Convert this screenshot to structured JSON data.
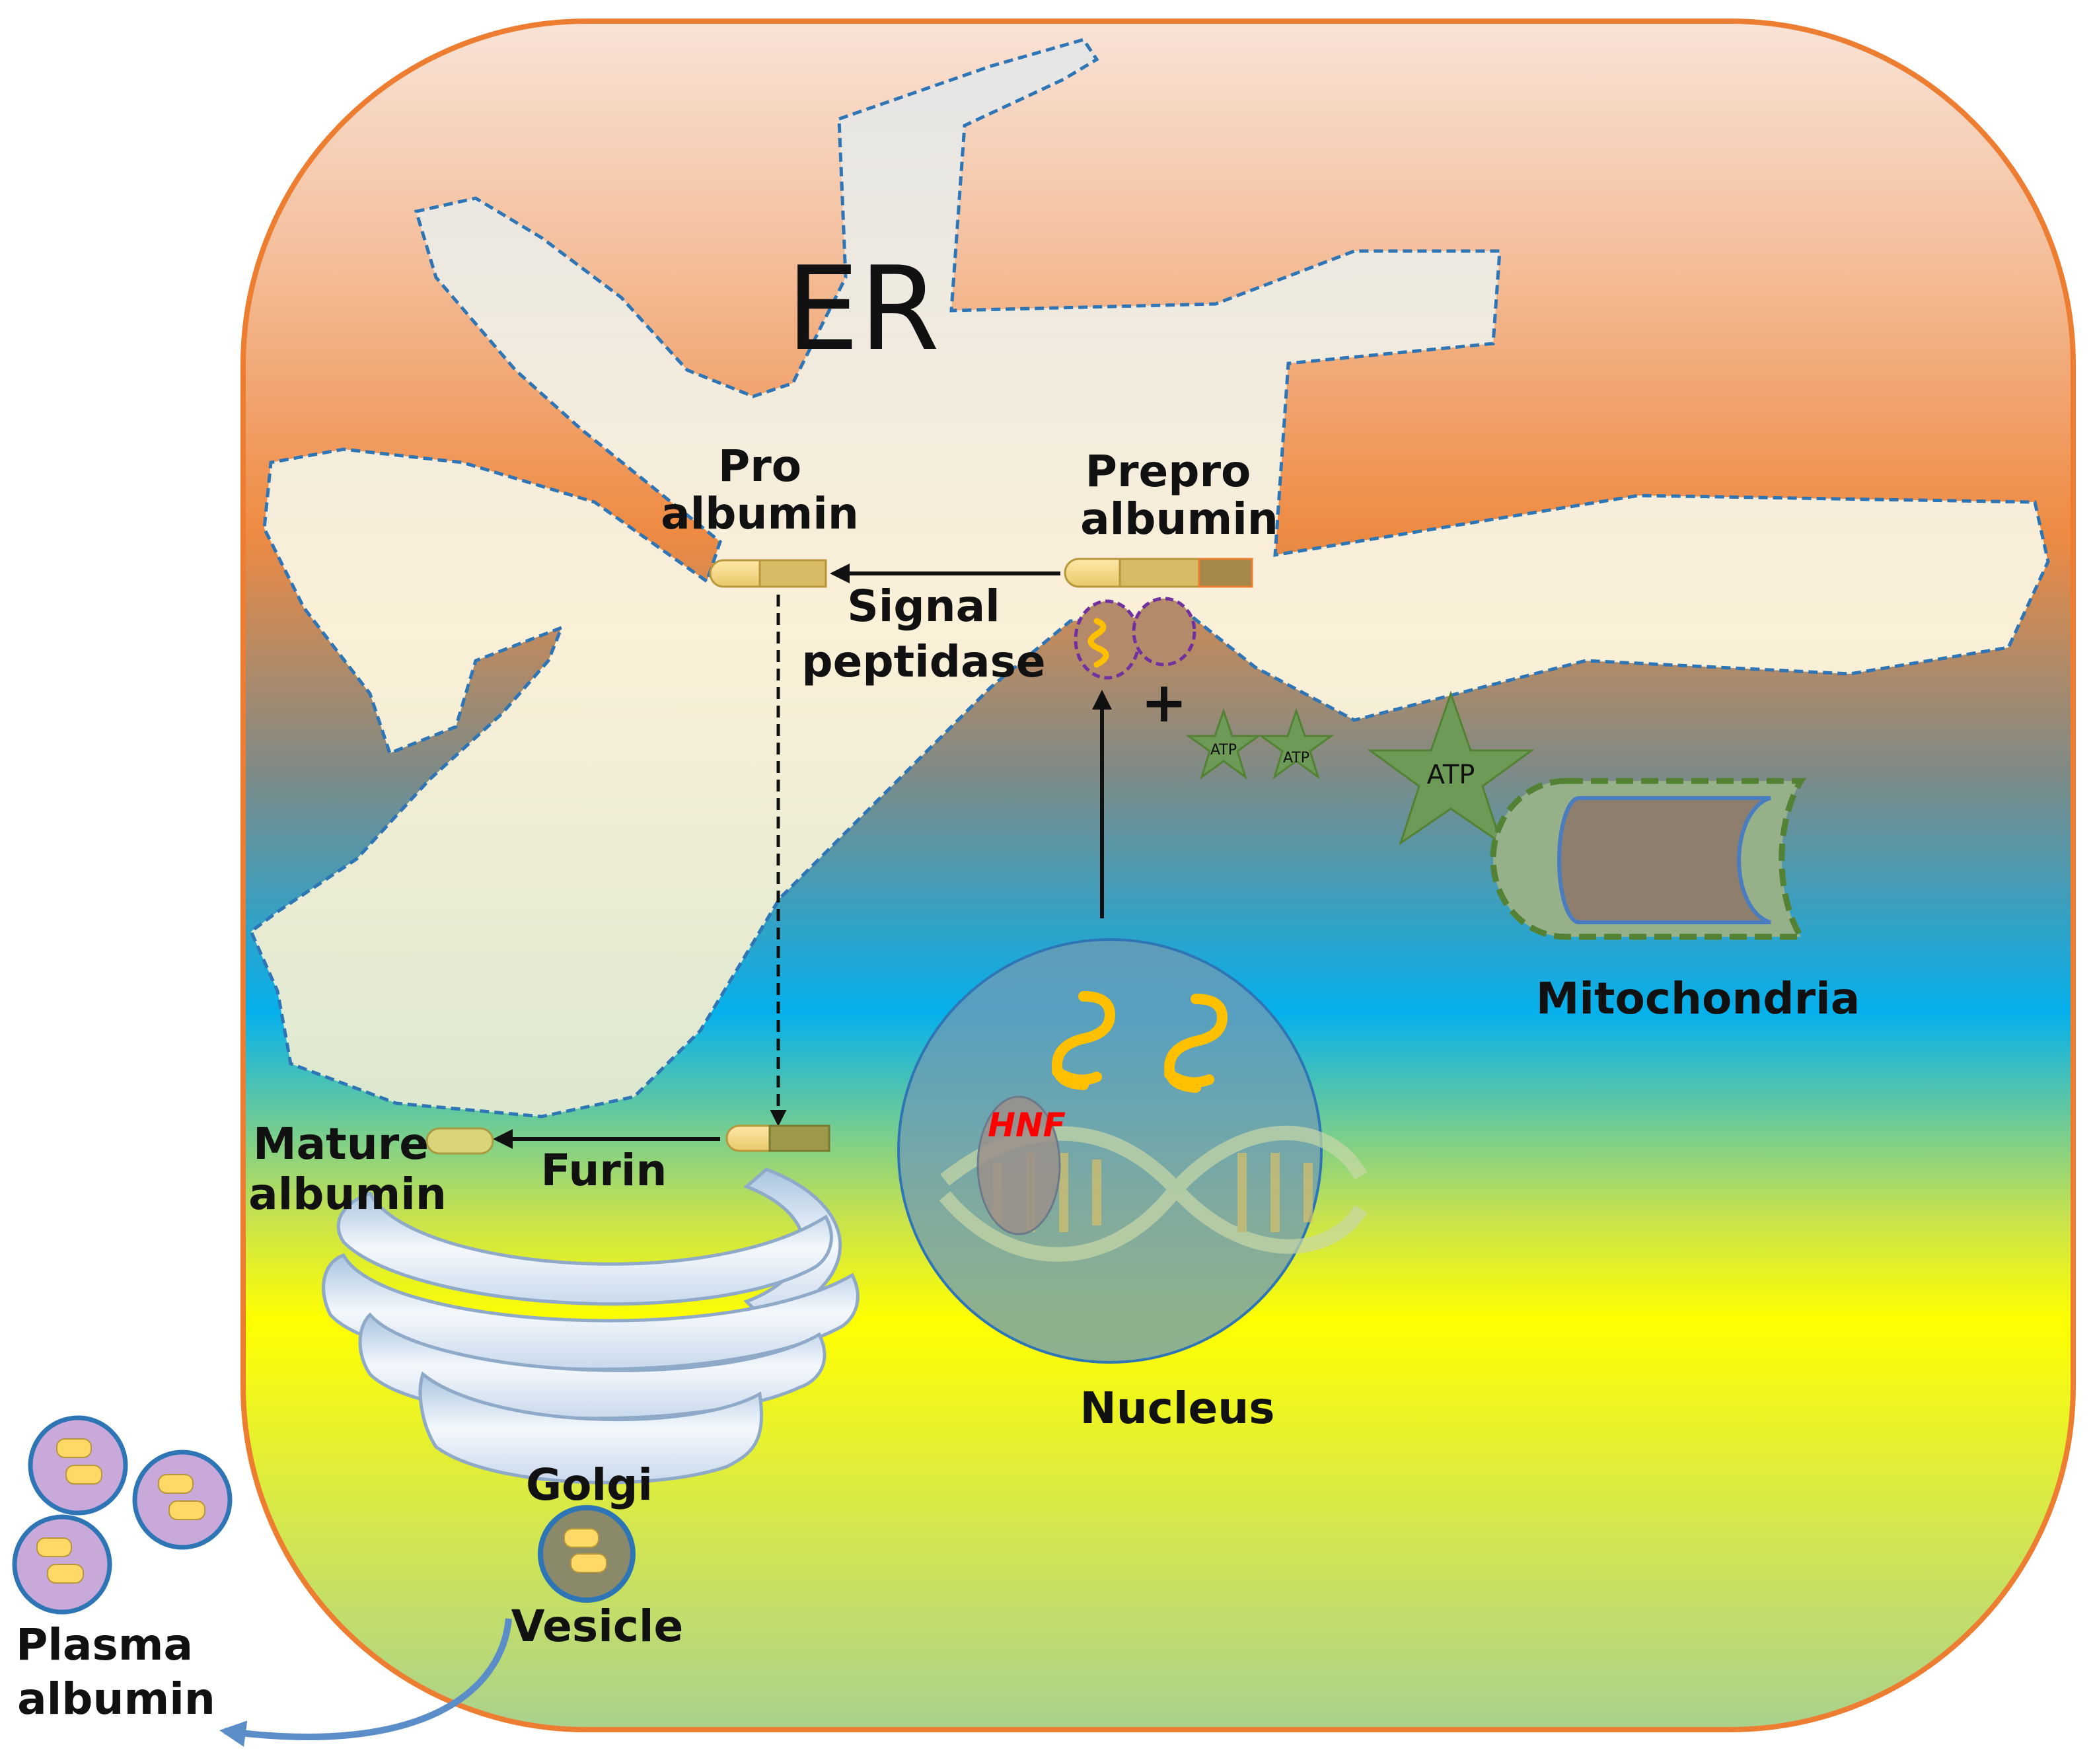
{
  "labels": {
    "er": "ER",
    "pro_line1": "Pro",
    "pro_line2": "albumin",
    "prepro_line1": "Prepro",
    "prepro_line2": "albumin",
    "signal_line1": "Signal",
    "signal_line2": "peptidase",
    "plus": "+",
    "atp": "ATP",
    "mitochondria": "Mitochondria",
    "hnf": "HNF",
    "nucleus": "Nucleus",
    "mature_line1": "Mature",
    "mature_line2": "albumin",
    "furin": "Furin",
    "golgi": "Golgi",
    "vesicle": "Vesicle",
    "plasma_line1": "Plasma",
    "plasma_line2": "albumin"
  },
  "colors": {
    "cell_border": "#ED7D31",
    "er_border": "#2E75B6",
    "mito_border": "#548235",
    "hnf_text": "#FF0000",
    "mrna": "#FFC000"
  }
}
